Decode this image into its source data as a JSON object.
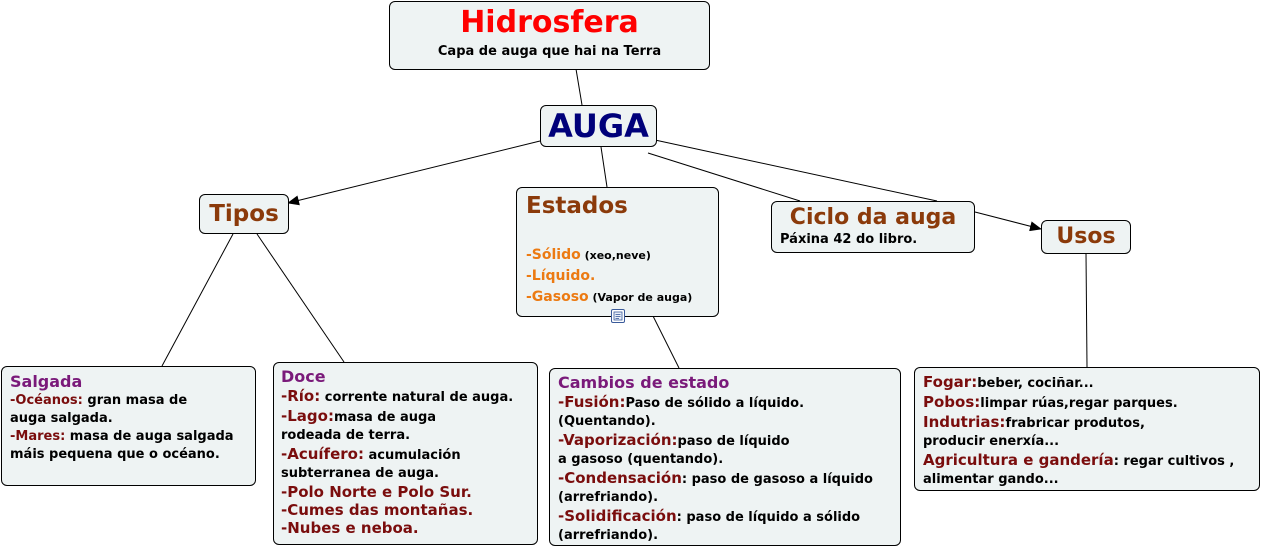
{
  "title": {
    "heading": "Hidrosfera",
    "subtitle": "Capa de auga que hai na Terra"
  },
  "root": "AUGA",
  "tipos": {
    "label": "Tipos"
  },
  "estados": {
    "label": "Estados",
    "items": [
      {
        "term": "-Sólido",
        "desc": " (xeo,neve)"
      },
      {
        "term": "-Líquido.",
        "desc": ""
      },
      {
        "term": "-Gasoso",
        "desc": " (Vapor de auga)"
      }
    ]
  },
  "ciclo": {
    "label": "Ciclo da auga",
    "note": "Páxina 42 do libro."
  },
  "usos": {
    "label": "Usos"
  },
  "salgada": {
    "heading": "Salgada",
    "l1_term": "-Océanos:",
    "l1_text": " gran masa de",
    "l2_text": "auga salgada.",
    "l3_term": "-Mares:",
    "l3_text": " masa de auga salgada",
    "l4_text": "máis pequena que o océano."
  },
  "doce": {
    "heading": "Doce",
    "l1_term": "-Río:",
    "l1_text": " corrente natural de auga.",
    "l2_term": "-Lago:",
    "l2_text": "masa de auga",
    "l3_text": "rodeada de terra.",
    "l4_term": "-Acuífero:",
    "l4_text": " acumulación",
    "l5_text": " subterranea de auga.",
    "l6_term": "-Polo Norte e Polo  Sur.",
    "l7_term": "-Cumes das montañas.",
    "l8_term": "-Nubes e neboa."
  },
  "cambios": {
    "heading": "Cambios de estado",
    "l1_term": "-Fusión:",
    "l1_text": "Paso de sólido a líquido.",
    "l2_text": "(Quentando).",
    "l3_term": "-Vaporización:",
    "l3_text": "paso de líquido",
    "l4_text": "a gasoso (quentando).",
    "l5_term": "-Condensación",
    "l5_text": ": paso de gasoso a líquido",
    "l6_text": "(arrefriando).",
    "l7_term": "-Solidificación",
    "l7_text": ": paso de líquido a sólido",
    "l8_text": "(arrefriando)."
  },
  "usos_detail": {
    "l1_term": "Fogar:",
    "l1_text": "beber, cociñar...",
    "l2_term": "Pobos:",
    "l2_text": "limpar rúas,regar parques.",
    "l3_term": "Indutrias:",
    "l3_text": "frabricar produtos,",
    "l4_text": "producir enerxía...",
    "l5_term": "Agricultura e gandería",
    "l5_text": ": regar cultivos ,",
    "l6_text": "alimentar gando..."
  },
  "colors": {
    "title": "#ff0000",
    "root": "#00007a",
    "concept": "#8b3a0a",
    "term": "#7a0d0d",
    "state": "#ec7a12",
    "heading": "#7a1a7a",
    "node_bg": "#eef3f3"
  },
  "icons": {
    "note_icon": "document-note-icon"
  }
}
